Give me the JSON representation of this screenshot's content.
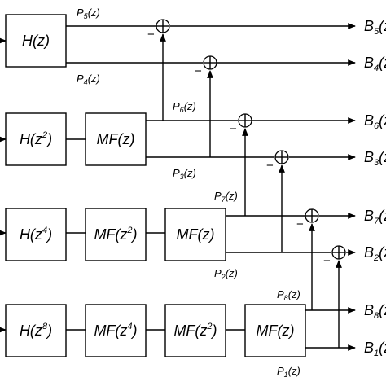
{
  "blocks": {
    "r1": [
      {
        "pre": "H(z)",
        "sup": ""
      }
    ],
    "r2": [
      {
        "pre": "H(z",
        "sup": "2",
        "post": ")"
      },
      {
        "pre": "MF(z)",
        "sup": ""
      }
    ],
    "r3": [
      {
        "pre": "H(z",
        "sup": "4",
        "post": ")"
      },
      {
        "pre": "MF(z",
        "sup": "2",
        "post": ")"
      },
      {
        "pre": "MF(z)",
        "sup": ""
      }
    ],
    "r4": [
      {
        "pre": "H(z",
        "sup": "8",
        "post": ")"
      },
      {
        "pre": "MF(z",
        "sup": "4",
        "post": ")"
      },
      {
        "pre": "MF(z",
        "sup": "2",
        "post": ")"
      },
      {
        "pre": "MF(z)",
        "sup": ""
      }
    ]
  },
  "signals": {
    "P5": {
      "main": "P",
      "sub": "5",
      "arg": "(z)"
    },
    "P4": {
      "main": "P",
      "sub": "4",
      "arg": "(z)"
    },
    "P6": {
      "main": "P",
      "sub": "6",
      "arg": "(z)"
    },
    "P3": {
      "main": "P",
      "sub": "3",
      "arg": "(z)"
    },
    "P7": {
      "main": "P",
      "sub": "7",
      "arg": "(z)"
    },
    "P2": {
      "main": "P",
      "sub": "2",
      "arg": "(z)"
    },
    "P8": {
      "main": "P",
      "sub": "8",
      "arg": "(z)"
    },
    "P1": {
      "main": "P",
      "sub": "1",
      "arg": "(z)"
    }
  },
  "outputs": {
    "B5": {
      "main": "B",
      "sub": "5",
      "arg": "(z"
    },
    "B4": {
      "main": "B",
      "sub": "4",
      "arg": "(z"
    },
    "B6": {
      "main": "B",
      "sub": "6",
      "arg": "(z"
    },
    "B3": {
      "main": "B",
      "sub": "3",
      "arg": "(z"
    },
    "B7": {
      "main": "B",
      "sub": "7",
      "arg": "(z"
    },
    "B2": {
      "main": "B",
      "sub": "2",
      "arg": "(z"
    },
    "B8": {
      "main": "B",
      "sub": "8",
      "arg": "(z"
    },
    "B1": {
      "main": "B",
      "sub": "1",
      "arg": "(z"
    }
  },
  "sum_minus_sign": "−"
}
